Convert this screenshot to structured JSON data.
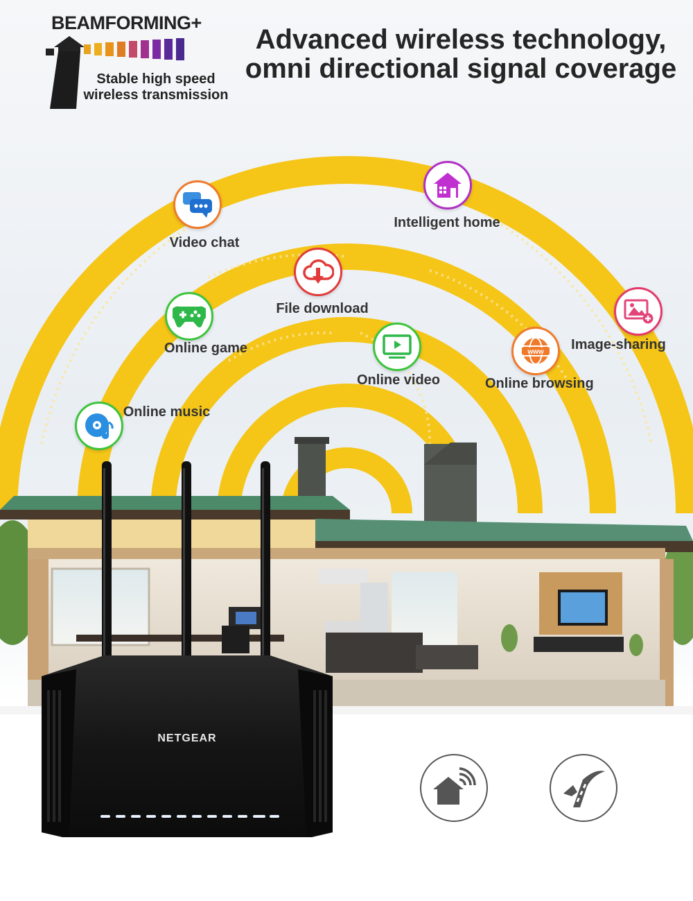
{
  "header": {
    "badge_title": "BEAMFORMING+",
    "badge_subtitle": "Stable high speed wireless transmission",
    "headline": "Advanced wireless technology, omni directional signal coverage"
  },
  "features": [
    {
      "label": "Video chat",
      "icon": "chat-bubble-icon",
      "color": "#f07a2a"
    },
    {
      "label": "Intelligent home",
      "icon": "smart-home-icon",
      "color": "#b02fc4"
    },
    {
      "label": "File download",
      "icon": "cloud-download-icon",
      "color": "#e23a3a"
    },
    {
      "label": "Online game",
      "icon": "gamepad-icon",
      "color": "#3cc43c"
    },
    {
      "label": "Online video",
      "icon": "tv-play-icon",
      "color": "#3cc43c"
    },
    {
      "label": "Online browsing",
      "icon": "www-globe-icon",
      "color": "#f07a2a"
    },
    {
      "label": "Image-sharing",
      "icon": "image-share-icon",
      "color": "#e23a6a"
    },
    {
      "label": "Online music",
      "icon": "music-disc-icon",
      "color": "#3cc43c"
    }
  ],
  "router": {
    "brand": "NETGEAR"
  },
  "bottom_icons": [
    {
      "icon": "home-wifi-icon"
    },
    {
      "icon": "fast-route-icon"
    }
  ],
  "colors": {
    "wave": "#f5c518",
    "router_body": "#161616"
  }
}
